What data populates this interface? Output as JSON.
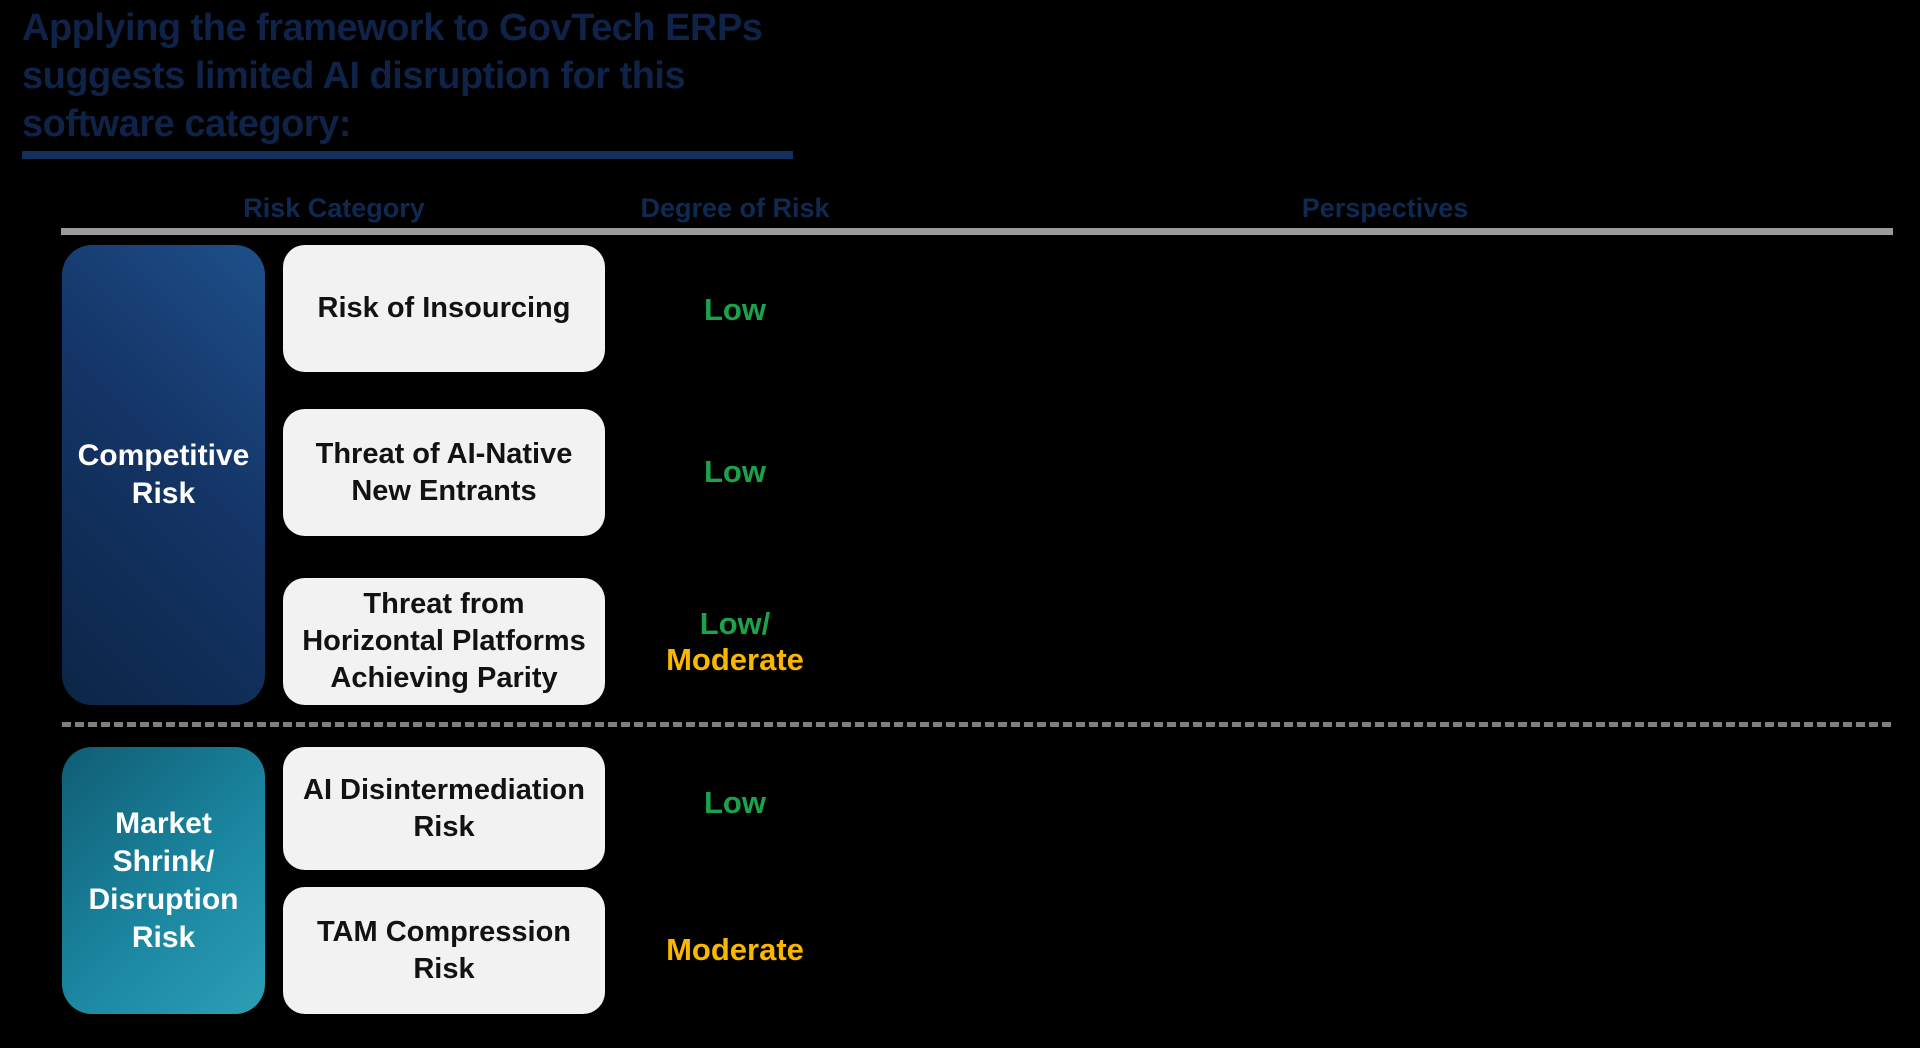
{
  "page": {
    "title": "Applying the framework to GovTech ERPs\nsuggests limited AI disruption for this\nsoftware category:",
    "title_color": "#0E2347",
    "background_color": "#000000",
    "accent_navy": "#13305C",
    "rule_gray": "#9B9B9B"
  },
  "status_colors": {
    "low": "#1AA34A",
    "moderate": "#FBB700"
  },
  "table": {
    "columns": [
      {
        "label": "Risk Category"
      },
      {
        "label": "Degree of Risk"
      },
      {
        "label": "Perspectives"
      }
    ],
    "groups": [
      {
        "label": "Competitive\nRisk",
        "rows": [
          {
            "risk": "Risk of Insourcing",
            "degree": [
              {
                "text": "Low",
                "color": "#1AA34A"
              }
            ]
          },
          {
            "risk": "Threat of AI-Native\nNew Entrants",
            "degree": [
              {
                "text": "Low",
                "color": "#1AA34A"
              }
            ]
          },
          {
            "risk": "Threat from\nHorizontal Platforms\nAchieving Parity",
            "degree": [
              {
                "text": "Low/",
                "color": "#1AA34A"
              },
              {
                "text": "Moderate",
                "color": "#FBB700"
              }
            ]
          }
        ]
      },
      {
        "label": "Market\nShrink/\nDisruption\nRisk",
        "rows": [
          {
            "risk": "AI Disintermediation\nRisk",
            "degree": [
              {
                "text": "Low",
                "color": "#1AA34A"
              }
            ]
          },
          {
            "risk": "TAM Compression\nRisk",
            "degree": [
              {
                "text": "Moderate",
                "color": "#FBB700"
              }
            ]
          }
        ]
      }
    ]
  }
}
